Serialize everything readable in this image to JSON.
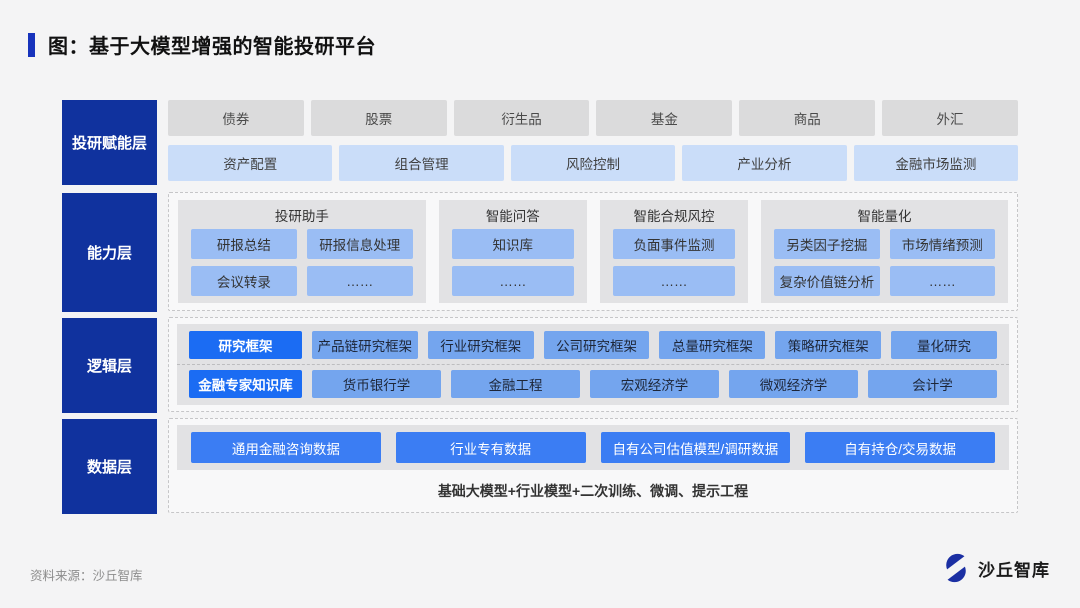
{
  "title": "图：基于大模型增强的智能投研平台",
  "layers": [
    {
      "label": "投研赋能层"
    },
    {
      "label": "能力层"
    },
    {
      "label": "逻辑层"
    },
    {
      "label": "数据层"
    }
  ],
  "empower": {
    "assets": [
      "债券",
      "股票",
      "衍生品",
      "基金",
      "商品",
      "外汇"
    ],
    "functions": [
      "资产配置",
      "组合管理",
      "风险控制",
      "产业分析",
      "金融市场监测"
    ]
  },
  "capability": {
    "groups": [
      {
        "title": "投研助手",
        "items": [
          "研报总结",
          "研报信息处理",
          "会议转录",
          "……"
        ]
      },
      {
        "title": "智能问答",
        "items": [
          "知识库",
          "……"
        ]
      },
      {
        "title": "智能合规风控",
        "items": [
          "负面事件监测",
          "……"
        ]
      },
      {
        "title": "智能量化",
        "items": [
          "另类因子挖掘",
          "市场情绪预测",
          "复杂价值链分析",
          "……"
        ]
      }
    ]
  },
  "logic": {
    "row1": [
      {
        "label": "研究框架",
        "highlight": true
      },
      {
        "label": "产品链研究框架"
      },
      {
        "label": "行业研究框架"
      },
      {
        "label": "公司研究框架"
      },
      {
        "label": "总量研究框架"
      },
      {
        "label": "策略研究框架"
      },
      {
        "label": "量化研究"
      }
    ],
    "row2": [
      {
        "label": "金融专家知识库",
        "highlight": true
      },
      {
        "label": "货币银行学"
      },
      {
        "label": "金融工程"
      },
      {
        "label": "宏观经济学"
      },
      {
        "label": "微观经济学"
      },
      {
        "label": "会计学"
      }
    ]
  },
  "data_layer": {
    "boxes": [
      "通用金融咨询数据",
      "行业专有数据",
      "自有公司估值模型/调研数据",
      "自有持仓/交易数据"
    ],
    "foundation": "基础大模型+行业模型+二次训练、微调、提示工程"
  },
  "footer": {
    "source": "资料来源：沙丘智库",
    "brand_name": "沙丘智库"
  },
  "colors": {
    "page_bg": "#F4F4F5",
    "deep_blue": "#10329E",
    "accent_bar": "#1733BC",
    "bright_blue": "#1B6CF3",
    "data_blue": "#3B7DF3",
    "medium_blue": "#74A5EE",
    "soft_blue": "#9ABDF4",
    "light_blue": "#CADDF9",
    "gray_chip": "#DBDBDC",
    "panel_gray": "#E2E2E4"
  }
}
